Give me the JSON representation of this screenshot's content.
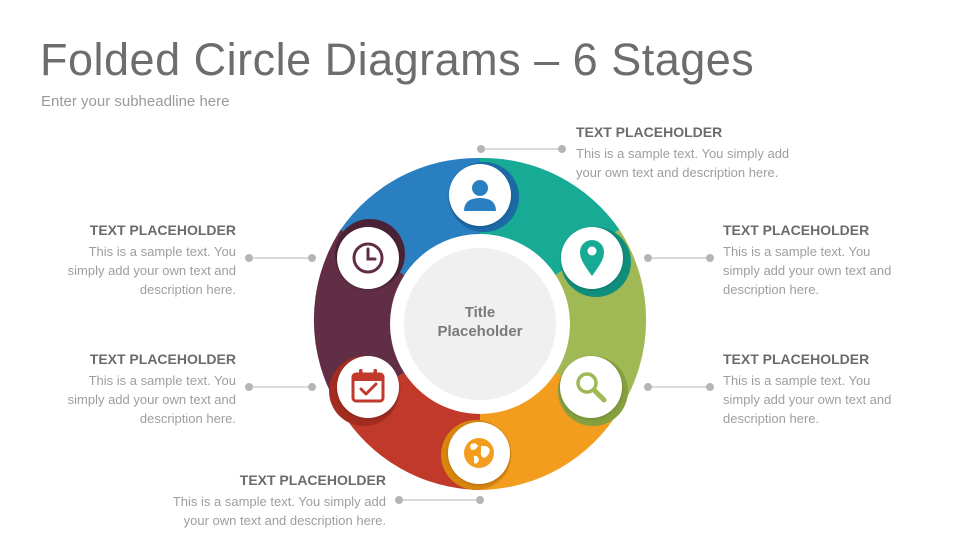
{
  "title": "Folded Circle Diagrams – 6 Stages",
  "subtitle": "Enter your subheadline here",
  "center": {
    "line1": "Title",
    "line2": "Placeholder"
  },
  "colors": {
    "blue": "#2a7fc0",
    "teal": "#17ab96",
    "green": "#a0b955",
    "orange": "#f29d1e",
    "red": "#c0392b",
    "purple": "#612e46",
    "connector": "#b5b5b5",
    "center_fill": "#f0f0f0"
  },
  "stages": [
    {
      "id": "blue",
      "icon": "user-icon",
      "heading": "TEXT PLACEHOLDER",
      "line1": "This is a sample text. You simply add",
      "line2": "your own text and description here.",
      "line3": ""
    },
    {
      "id": "teal",
      "icon": "location-pin-icon",
      "heading": "TEXT PLACEHOLDER",
      "line1": "This is a sample text. You",
      "line2": "simply add your own text and",
      "line3": "description here."
    },
    {
      "id": "green",
      "icon": "search-icon",
      "heading": "TEXT PLACEHOLDER",
      "line1": "This is a sample text. You",
      "line2": "simply add your own text and",
      "line3": "description here."
    },
    {
      "id": "orange",
      "icon": "globe-icon",
      "heading": "TEXT PLACEHOLDER",
      "line1": "This is a sample text. You simply add",
      "line2": "your own text and description here.",
      "line3": ""
    },
    {
      "id": "red",
      "icon": "calendar-icon",
      "heading": "TEXT PLACEHOLDER",
      "line1": "This is a sample text. You",
      "line2": "simply add your own text and",
      "line3": "description here."
    },
    {
      "id": "purple",
      "icon": "clock-icon",
      "heading": "TEXT PLACEHOLDER",
      "line1": "This is a sample text. You",
      "line2": "simply add your own text and",
      "line3": "description here."
    }
  ]
}
